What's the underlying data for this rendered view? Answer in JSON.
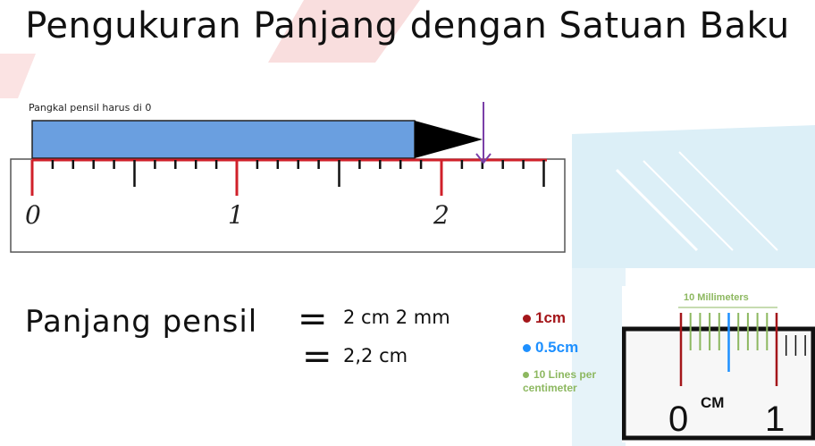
{
  "title": "Pengukuran Panjang dengan Satuan Baku",
  "note": "Pangkal  pensil harus di 0",
  "ruler": {
    "labels": [
      "0",
      "1",
      "2"
    ]
  },
  "result": {
    "label": "Panjang pensil",
    "eq": "=",
    "value1": "2 cm 2 mm",
    "value2": "2,2 cm"
  },
  "legend": [
    {
      "text": "1cm",
      "color": "#a4161a"
    },
    {
      "text": "0.5cm",
      "color": "#1e90ff"
    },
    {
      "text": "10 Lines per centimeter",
      "color": "#8db860"
    }
  ],
  "mini_ruler": {
    "title": "10 Millimeters",
    "unit": "CM",
    "start": "0",
    "end": "1"
  },
  "colors": {
    "pencil_body": "#6a9fe0",
    "pencil_tip": "#000000",
    "arrow": "#7a3fa8",
    "tick_major": "#d0202a",
    "bg_red": "#f5c9c9",
    "bg_blue": "#cfe8f3"
  }
}
